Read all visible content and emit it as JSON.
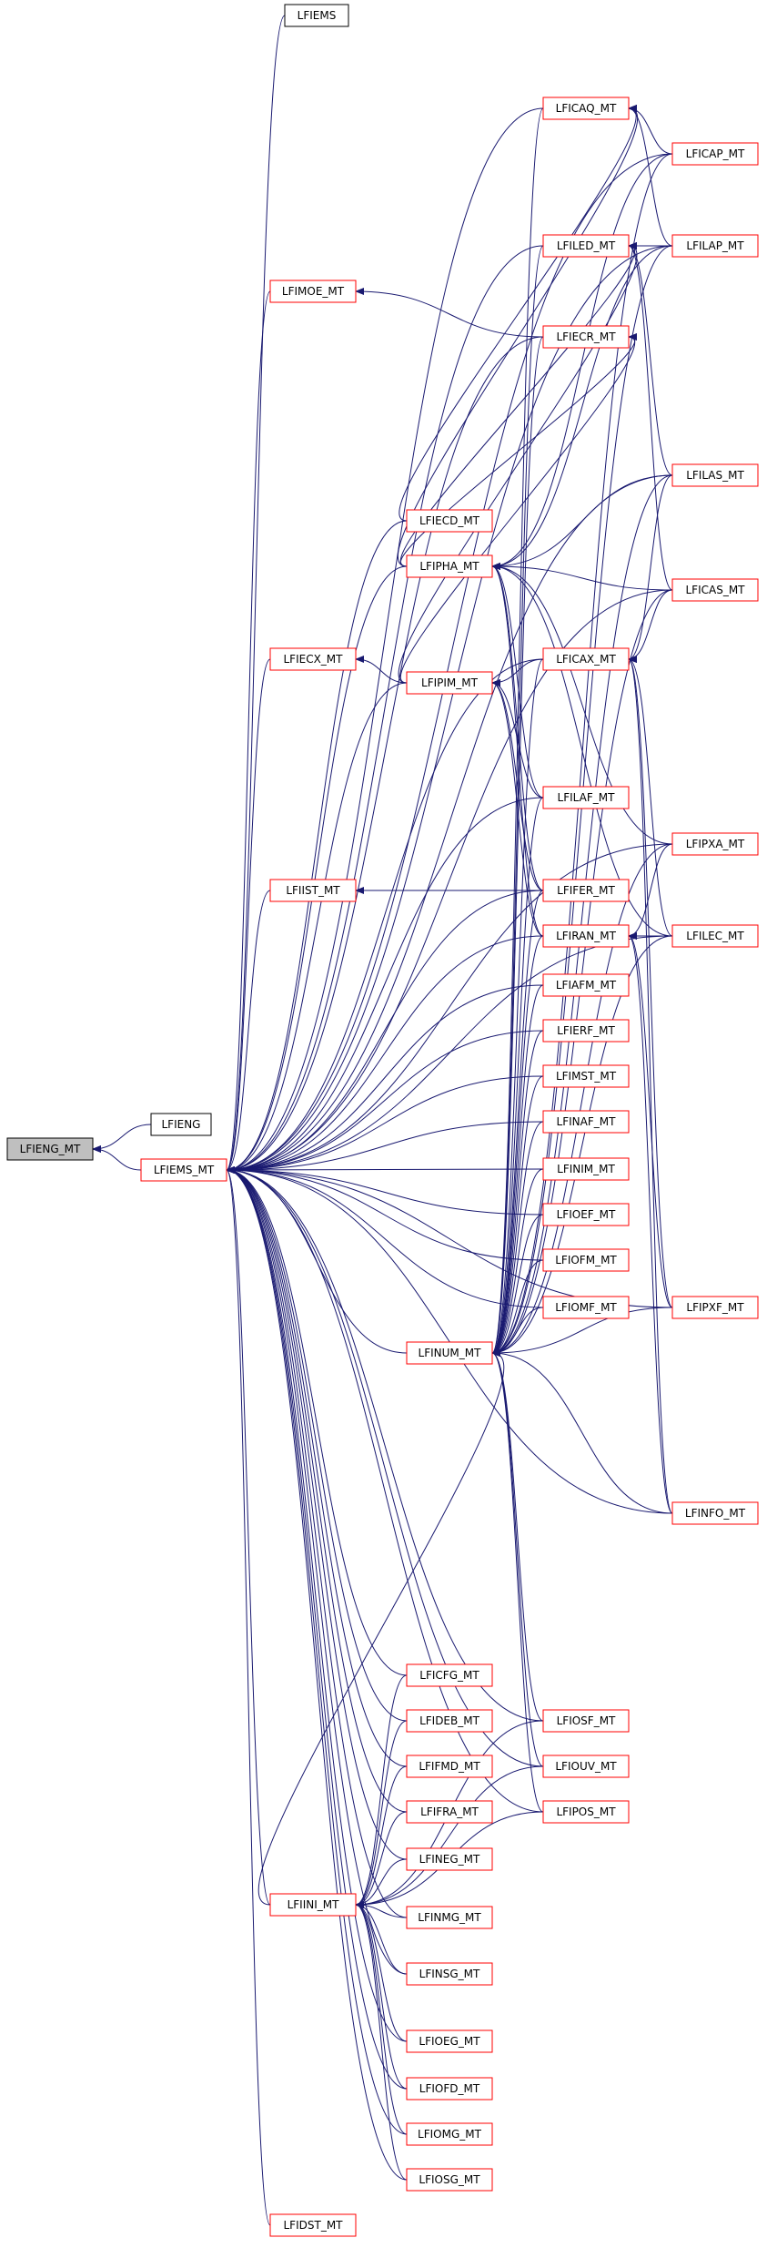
{
  "colors": {
    "edge": "#191970",
    "node_border": "#ff0000",
    "root_fill": "#bfbfbf",
    "root_border": "#000000",
    "plain_border": "#000000",
    "node_fill": "#ffffff"
  },
  "nodes": [
    {
      "id": "LFIENG_MT",
      "label": "LFIENG_MT",
      "kind": "root"
    },
    {
      "id": "LFIENG",
      "label": "LFIENG",
      "kind": "plain"
    },
    {
      "id": "LFIEMS_MT",
      "label": "LFIEMS_MT",
      "kind": "linked"
    },
    {
      "id": "LFIEMS",
      "label": "LFIEMS",
      "kind": "plain"
    },
    {
      "id": "LFICAQ_MT",
      "label": "LFICAQ_MT",
      "kind": "linked"
    },
    {
      "id": "LFICAP_MT",
      "label": "LFICAP_MT",
      "kind": "linked"
    },
    {
      "id": "LFILED_MT",
      "label": "LFILED_MT",
      "kind": "linked"
    },
    {
      "id": "LFILAP_MT",
      "label": "LFILAP_MT",
      "kind": "linked"
    },
    {
      "id": "LFIMOE_MT",
      "label": "LFIMOE_MT",
      "kind": "linked"
    },
    {
      "id": "LFIECR_MT",
      "label": "LFIECR_MT",
      "kind": "linked"
    },
    {
      "id": "LFILAS_MT",
      "label": "LFILAS_MT",
      "kind": "linked"
    },
    {
      "id": "LFIECD_MT",
      "label": "LFIECD_MT",
      "kind": "linked"
    },
    {
      "id": "LFIPHA_MT",
      "label": "LFIPHA_MT",
      "kind": "linked"
    },
    {
      "id": "LFICAS_MT",
      "label": "LFICAS_MT",
      "kind": "linked"
    },
    {
      "id": "LFIECX_MT",
      "label": "LFIECX_MT",
      "kind": "linked"
    },
    {
      "id": "LFICAX_MT",
      "label": "LFICAX_MT",
      "kind": "linked"
    },
    {
      "id": "LFIPIM_MT",
      "label": "LFIPIM_MT",
      "kind": "linked"
    },
    {
      "id": "LFILAF_MT",
      "label": "LFILAF_MT",
      "kind": "linked"
    },
    {
      "id": "LFIPXA_MT",
      "label": "LFIPXA_MT",
      "kind": "linked"
    },
    {
      "id": "LFIIST_MT",
      "label": "LFIIST_MT",
      "kind": "linked"
    },
    {
      "id": "LFIFER_MT",
      "label": "LFIFER_MT",
      "kind": "linked"
    },
    {
      "id": "LFIRAN_MT",
      "label": "LFIRAN_MT",
      "kind": "linked"
    },
    {
      "id": "LFILEC_MT",
      "label": "LFILEC_MT",
      "kind": "linked"
    },
    {
      "id": "LFIAFM_MT",
      "label": "LFIAFM_MT",
      "kind": "linked"
    },
    {
      "id": "LFIERF_MT",
      "label": "LFIERF_MT",
      "kind": "linked"
    },
    {
      "id": "LFIMST_MT",
      "label": "LFIMST_MT",
      "kind": "linked"
    },
    {
      "id": "LFINAF_MT",
      "label": "LFINAF_MT",
      "kind": "linked"
    },
    {
      "id": "LFINIM_MT",
      "label": "LFINIM_MT",
      "kind": "linked"
    },
    {
      "id": "LFIOEF_MT",
      "label": "LFIOEF_MT",
      "kind": "linked"
    },
    {
      "id": "LFIOFM_MT",
      "label": "LFIOFM_MT",
      "kind": "linked"
    },
    {
      "id": "LFIOMF_MT",
      "label": "LFIOMF_MT",
      "kind": "linked"
    },
    {
      "id": "LFIPXF_MT",
      "label": "LFIPXF_MT",
      "kind": "linked"
    },
    {
      "id": "LFINUM_MT",
      "label": "LFINUM_MT",
      "kind": "linked"
    },
    {
      "id": "LFINFO_MT",
      "label": "LFINFO_MT",
      "kind": "linked"
    },
    {
      "id": "LFICFG_MT",
      "label": "LFICFG_MT",
      "kind": "linked"
    },
    {
      "id": "LFIOSF_MT",
      "label": "LFIOSF_MT",
      "kind": "linked"
    },
    {
      "id": "LFIDEB_MT",
      "label": "LFIDEB_MT",
      "kind": "linked"
    },
    {
      "id": "LFIOUV_MT",
      "label": "LFIOUV_MT",
      "kind": "linked"
    },
    {
      "id": "LFIFMD_MT",
      "label": "LFIFMD_MT",
      "kind": "linked"
    },
    {
      "id": "LFIPOS_MT",
      "label": "LFIPOS_MT",
      "kind": "linked"
    },
    {
      "id": "LFIFRA_MT",
      "label": "LFIFRA_MT",
      "kind": "linked"
    },
    {
      "id": "LFINEG_MT",
      "label": "LFINEG_MT",
      "kind": "linked"
    },
    {
      "id": "LFIINI_MT",
      "label": "LFIINI_MT",
      "kind": "linked"
    },
    {
      "id": "LFINMG_MT",
      "label": "LFINMG_MT",
      "kind": "linked"
    },
    {
      "id": "LFINSG_MT",
      "label": "LFINSG_MT",
      "kind": "linked"
    },
    {
      "id": "LFIOEG_MT",
      "label": "LFIOEG_MT",
      "kind": "linked"
    },
    {
      "id": "LFIOFD_MT",
      "label": "LFIOFD_MT",
      "kind": "linked"
    },
    {
      "id": "LFIOMG_MT",
      "label": "LFIOMG_MT",
      "kind": "linked"
    },
    {
      "id": "LFIOSG_MT",
      "label": "LFIOSG_MT",
      "kind": "linked"
    },
    {
      "id": "LFIDST_MT",
      "label": "LFIDST_MT",
      "kind": "linked"
    }
  ],
  "edges": [
    [
      "LFIENG",
      "LFIENG_MT"
    ],
    [
      "LFIEMS_MT",
      "LFIENG_MT"
    ],
    [
      "LFIEMS",
      "LFIEMS_MT"
    ],
    [
      "LFICAQ_MT",
      "LFIEMS_MT"
    ],
    [
      "LFICAP_MT",
      "LFIEMS_MT"
    ],
    [
      "LFILED_MT",
      "LFIEMS_MT"
    ],
    [
      "LFILAP_MT",
      "LFIEMS_MT"
    ],
    [
      "LFIMOE_MT",
      "LFIEMS_MT"
    ],
    [
      "LFIECR_MT",
      "LFIEMS_MT"
    ],
    [
      "LFILAS_MT",
      "LFIEMS_MT"
    ],
    [
      "LFIECD_MT",
      "LFIEMS_MT"
    ],
    [
      "LFIPHA_MT",
      "LFIEMS_MT"
    ],
    [
      "LFICAS_MT",
      "LFIEMS_MT"
    ],
    [
      "LFIECX_MT",
      "LFIEMS_MT"
    ],
    [
      "LFICAX_MT",
      "LFIEMS_MT"
    ],
    [
      "LFIPIM_MT",
      "LFIEMS_MT"
    ],
    [
      "LFILAF_MT",
      "LFIEMS_MT"
    ],
    [
      "LFIPXA_MT",
      "LFIEMS_MT"
    ],
    [
      "LFIIST_MT",
      "LFIEMS_MT"
    ],
    [
      "LFIFER_MT",
      "LFIEMS_MT"
    ],
    [
      "LFIRAN_MT",
      "LFIEMS_MT"
    ],
    [
      "LFILEC_MT",
      "LFIEMS_MT"
    ],
    [
      "LFIAFM_MT",
      "LFIEMS_MT"
    ],
    [
      "LFIERF_MT",
      "LFIEMS_MT"
    ],
    [
      "LFIMST_MT",
      "LFIEMS_MT"
    ],
    [
      "LFINAF_MT",
      "LFIEMS_MT"
    ],
    [
      "LFINIM_MT",
      "LFIEMS_MT"
    ],
    [
      "LFIOEF_MT",
      "LFIEMS_MT"
    ],
    [
      "LFIOFM_MT",
      "LFIEMS_MT"
    ],
    [
      "LFIOMF_MT",
      "LFIEMS_MT"
    ],
    [
      "LFIPXF_MT",
      "LFIEMS_MT"
    ],
    [
      "LFINUM_MT",
      "LFIEMS_MT"
    ],
    [
      "LFINFO_MT",
      "LFIEMS_MT"
    ],
    [
      "LFICFG_MT",
      "LFIEMS_MT"
    ],
    [
      "LFIOSF_MT",
      "LFIEMS_MT"
    ],
    [
      "LFIDEB_MT",
      "LFIEMS_MT"
    ],
    [
      "LFIOUV_MT",
      "LFIEMS_MT"
    ],
    [
      "LFIFMD_MT",
      "LFIEMS_MT"
    ],
    [
      "LFIPOS_MT",
      "LFIEMS_MT"
    ],
    [
      "LFIFRA_MT",
      "LFIEMS_MT"
    ],
    [
      "LFINEG_MT",
      "LFIEMS_MT"
    ],
    [
      "LFIINI_MT",
      "LFIEMS_MT"
    ],
    [
      "LFINMG_MT",
      "LFIEMS_MT"
    ],
    [
      "LFINSG_MT",
      "LFIEMS_MT"
    ],
    [
      "LFIOEG_MT",
      "LFIEMS_MT"
    ],
    [
      "LFIOFD_MT",
      "LFIEMS_MT"
    ],
    [
      "LFIOMG_MT",
      "LFIEMS_MT"
    ],
    [
      "LFIOSG_MT",
      "LFIEMS_MT"
    ],
    [
      "LFIDST_MT",
      "LFIEMS_MT"
    ],
    [
      "LFICAP_MT",
      "LFICAQ_MT"
    ],
    [
      "LFILAP_MT",
      "LFICAQ_MT"
    ],
    [
      "LFILAP_MT",
      "LFILED_MT"
    ],
    [
      "LFILAS_MT",
      "LFILED_MT"
    ],
    [
      "LFICAS_MT",
      "LFILED_MT"
    ],
    [
      "LFIECR_MT",
      "LFIMOE_MT"
    ],
    [
      "LFIPHA_MT",
      "LFIECR_MT"
    ],
    [
      "LFIPIM_MT",
      "LFIECR_MT"
    ],
    [
      "LFIPHA_MT",
      "LFILED_MT"
    ],
    [
      "LFIPIM_MT",
      "LFILED_MT"
    ],
    [
      "LFIECD_MT",
      "LFICAQ_MT"
    ],
    [
      "LFIPHA_MT",
      "LFICAQ_MT"
    ],
    [
      "LFICAP_MT",
      "LFIPHA_MT"
    ],
    [
      "LFILAP_MT",
      "LFIPHA_MT"
    ],
    [
      "LFILAS_MT",
      "LFIPHA_MT"
    ],
    [
      "LFICAS_MT",
      "LFIPHA_MT"
    ],
    [
      "LFIPXA_MT",
      "LFIPHA_MT"
    ],
    [
      "LFILEC_MT",
      "LFIPHA_MT"
    ],
    [
      "LFIPIM_MT",
      "LFIECX_MT"
    ],
    [
      "LFICAX_MT",
      "LFIPIM_MT"
    ],
    [
      "LFILAF_MT",
      "LFIPIM_MT"
    ],
    [
      "LFIFER_MT",
      "LFIPIM_MT"
    ],
    [
      "LFIRAN_MT",
      "LFIPIM_MT"
    ],
    [
      "LFILAS_MT",
      "LFICAX_MT"
    ],
    [
      "LFICAS_MT",
      "LFICAX_MT"
    ],
    [
      "LFILEC_MT",
      "LFICAX_MT"
    ],
    [
      "LFIPXF_MT",
      "LFICAX_MT"
    ],
    [
      "LFINFO_MT",
      "LFICAX_MT"
    ],
    [
      "LFILAF_MT",
      "LFIPHA_MT"
    ],
    [
      "LFIFER_MT",
      "LFIPHA_MT"
    ],
    [
      "LFIRAN_MT",
      "LFIPHA_MT"
    ],
    [
      "LFIFER_MT",
      "LFIIST_MT"
    ],
    [
      "LFILEC_MT",
      "LFIRAN_MT"
    ],
    [
      "LFIPXA_MT",
      "LFIRAN_MT"
    ],
    [
      "LFIPXF_MT",
      "LFIRAN_MT"
    ],
    [
      "LFINFO_MT",
      "LFIRAN_MT"
    ],
    [
      "LFIAFM_MT",
      "LFINUM_MT"
    ],
    [
      "LFIERF_MT",
      "LFINUM_MT"
    ],
    [
      "LFIMST_MT",
      "LFINUM_MT"
    ],
    [
      "LFINAF_MT",
      "LFINUM_MT"
    ],
    [
      "LFINIM_MT",
      "LFINUM_MT"
    ],
    [
      "LFIOEF_MT",
      "LFINUM_MT"
    ],
    [
      "LFIOFM_MT",
      "LFINUM_MT"
    ],
    [
      "LFIOMF_MT",
      "LFINUM_MT"
    ],
    [
      "LFIPXF_MT",
      "LFINUM_MT"
    ],
    [
      "LFINFO_MT",
      "LFINUM_MT"
    ],
    [
      "LFILEC_MT",
      "LFINUM_MT"
    ],
    [
      "LFIOSF_MT",
      "LFINUM_MT"
    ],
    [
      "LFIOUV_MT",
      "LFINUM_MT"
    ],
    [
      "LFIPOS_MT",
      "LFINUM_MT"
    ],
    [
      "LFICAX_MT",
      "LFINUM_MT"
    ],
    [
      "LFIRAN_MT",
      "LFINUM_MT"
    ],
    [
      "LFIFER_MT",
      "LFINUM_MT"
    ],
    [
      "LFILAF_MT",
      "LFINUM_MT"
    ],
    [
      "LFIECR_MT",
      "LFINUM_MT"
    ],
    [
      "LFILED_MT",
      "LFINUM_MT"
    ],
    [
      "LFICAQ_MT",
      "LFINUM_MT"
    ],
    [
      "LFICAP_MT",
      "LFINUM_MT"
    ],
    [
      "LFILAP_MT",
      "LFINUM_MT"
    ],
    [
      "LFILAS_MT",
      "LFINUM_MT"
    ],
    [
      "LFICAS_MT",
      "LFINUM_MT"
    ],
    [
      "LFIPXA_MT",
      "LFINUM_MT"
    ],
    [
      "LFIINI_MT",
      "LFINUM_MT"
    ],
    [
      "LFICFG_MT",
      "LFIINI_MT"
    ],
    [
      "LFIDEB_MT",
      "LFIINI_MT"
    ],
    [
      "LFIFMD_MT",
      "LFIINI_MT"
    ],
    [
      "LFIFRA_MT",
      "LFIINI_MT"
    ],
    [
      "LFINEG_MT",
      "LFIINI_MT"
    ],
    [
      "LFINMG_MT",
      "LFIINI_MT"
    ],
    [
      "LFINSG_MT",
      "LFIINI_MT"
    ],
    [
      "LFIOEG_MT",
      "LFIINI_MT"
    ],
    [
      "LFIOFD_MT",
      "LFIINI_MT"
    ],
    [
      "LFIOMG_MT",
      "LFIINI_MT"
    ],
    [
      "LFIOSG_MT",
      "LFIINI_MT"
    ],
    [
      "LFIOSF_MT",
      "LFIINI_MT"
    ],
    [
      "LFIOUV_MT",
      "LFIINI_MT"
    ],
    [
      "LFIPOS_MT",
      "LFIINI_MT"
    ]
  ]
}
